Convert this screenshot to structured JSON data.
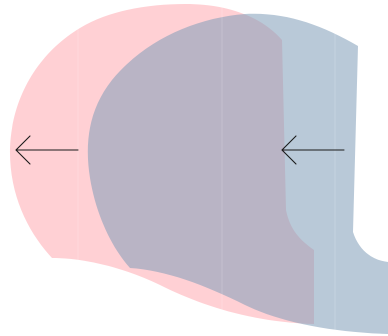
{
  "colors": {
    "background": "#ffffff",
    "pink_shape": "#ffb3b9",
    "blue_shape": "#7f9cb8",
    "overlap": "#b6a8bb",
    "arrow": "#1a1a1a",
    "stripe": "#ffffff"
  },
  "shapes": [
    {
      "id": "pink-shape",
      "fill_color": "pink_shape"
    },
    {
      "id": "blue-shape",
      "fill_color": "blue_shape"
    }
  ],
  "arrows": [
    {
      "id": "left-arrow",
      "direction": "left",
      "icon": "arrow-left-icon"
    },
    {
      "id": "right-arrow",
      "direction": "left",
      "icon": "arrow-left-icon"
    }
  ]
}
